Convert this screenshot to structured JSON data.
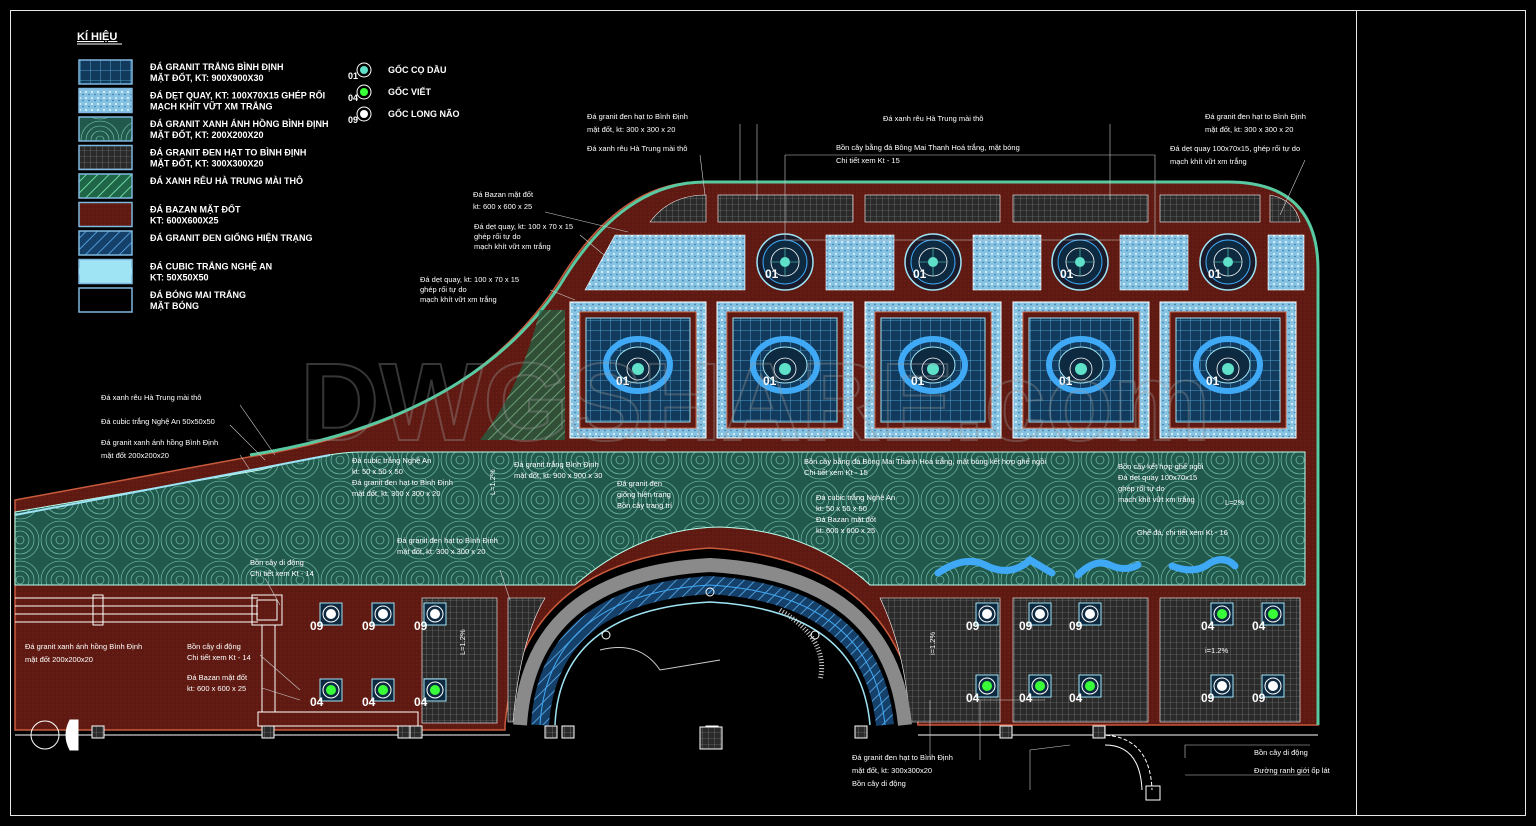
{
  "legend": {
    "title": "KÍ HIỆU",
    "items": [
      {
        "lines": [
          "ĐÁ GRANIT TRẮNG BÌNH ĐỊNH",
          "MẶT ĐỐT, KT: 900X900X30"
        ],
        "fill": "#1a4a6e",
        "pattern": "grid"
      },
      {
        "lines": [
          "ĐÁ DẸT QUAY, KT: 100X70X15 GHÉP RỐI",
          "MẠCH KHÍT VỮT XM TRẮNG"
        ],
        "fill": "#8fc7e6",
        "pattern": "dots"
      },
      {
        "lines": [
          "ĐÁ GRANIT XANH ÁNH HỒNG BÌNH ĐỊNH",
          "MẶT ĐỐT, KT: 200X200X20"
        ],
        "fill": "#2c6b5c",
        "pattern": "fan"
      },
      {
        "lines": [
          "ĐÁ GRANIT ĐEN HẠT TO BÌNH ĐỊNH",
          "MẶT ĐỐT, KT: 300X300X20"
        ],
        "fill": "#333333",
        "pattern": "mesh"
      },
      {
        "lines": [
          "ĐÁ XANH RÊU HÀ TRUNG MÀI THÔ"
        ],
        "fill": "#2a7a55",
        "pattern": "hatch"
      },
      {
        "lines": [
          "ĐÁ BAZAN MẶT ĐỐT",
          "KT: 600X600X25"
        ],
        "fill": "#6a1f14",
        "pattern": "solid"
      },
      {
        "lines": [
          "ĐÁ GRANIT ĐEN GIỐNG HIỆN TRẠNG"
        ],
        "fill": "#1d4f7a",
        "pattern": "hatch"
      },
      {
        "lines": [
          "ĐÁ CUBIC TRẮNG NGHỆ AN",
          "KT: 50X50X50"
        ],
        "fill": "#9ee4f5",
        "pattern": "band"
      },
      {
        "lines": [
          "ĐÁ BÓNG MAI TRẮNG",
          "MẶT BÓNG"
        ],
        "fill": "#000000",
        "pattern": "solid"
      }
    ]
  },
  "trees": [
    {
      "code": "01",
      "name": "GỐC CỌ DẦU",
      "color": "#5fe0c8"
    },
    {
      "code": "04",
      "name": "GỐC VIẾT",
      "color": "#39ff39"
    },
    {
      "code": "09",
      "name": "GỐC LONG NÃO",
      "color": "#ffffff"
    }
  ],
  "watermark": "DWGSHARE.com",
  "annotations": {
    "a1": [
      "Đá granit đen hạt to Bình Định",
      "mặt đốt, kt: 300 x 300 x 20"
    ],
    "a2": [
      "Đá xanh rêu Hà Trung mài thô"
    ],
    "a3": [
      "Đá xanh rêu Hà Trung mài thô"
    ],
    "a4": [
      "Bồn cây bằng đá Bông Mai Thanh Hoá trắng, mặt bóng",
      "Chi tiết xem Kt - 15"
    ],
    "a5": [
      "Đá granit đen hạt to Bình Định",
      "mặt đốt, kt: 300 x 300 x 20"
    ],
    "a6": [
      "Đá dẹt quay 100x70x15, ghép rối tự do",
      "mạch khít vữt xm trắng"
    ],
    "a7": [
      "Đá Bazan mặt đốt",
      "kt: 600 x 600 x 25"
    ],
    "a8": [
      "Đá dẹt quay, kt: 100 x 70 x 15",
      "ghép rối tự do",
      "mạch khít vữt xm trắng"
    ],
    "a9": [
      "Đá dẹt quay, kt: 100 x 70 x 15",
      "ghép rối tự do",
      "mạch khít vữt xm trắng"
    ],
    "a10": [
      "Đá xanh rêu Hà Trung mài thô"
    ],
    "a11": [
      "Đá cubic trắng Nghệ An 50x50x50"
    ],
    "a12": [
      "Đá granit xanh ánh hồng Bình Định",
      "mặt đốt 200x200x20"
    ],
    "a13": [
      "Đá cubic trắng Nghệ An",
      "kt: 50 x 50 x 50",
      "Đá granit đen hạt to Bình Định",
      "mặt đốt, kt: 300 x 300 x 20"
    ],
    "a14": [
      "Đá granit trắng Bình Định",
      "mặt đốt, kt: 900 x 900 x 30"
    ],
    "a15": [
      "Đá granit đen",
      "giống hiện trạng",
      "Bồn cây trang trí"
    ],
    "a16": [
      "Bồn cây bằng đá Bông Mai Thanh Hoá trắng, mặt bóng kết hợp ghế ngồi",
      "Chi tiết xem Kt - 15"
    ],
    "a17": [
      "Đá cubic trắng Nghệ An",
      "kt: 50 x 50 x 50",
      "Đá Bazan mặt đốt",
      "kt: 600 x 600 x 25"
    ],
    "a18": [
      "Bồn cây kết hợp ghế ngồi",
      "Đá dẹt quay 100x70x15",
      "ghép rối tự do",
      "mạch khít vữt xm trắng"
    ],
    "a19": [
      "Ghế đá, chi tiết xem Kt - 16"
    ],
    "a20": [
      "Đá granit đen hạt to Bình Định",
      "mặt đốt, kt: 300 x 300 x 20"
    ],
    "a21": [
      "Bồn cây di động",
      "Chi tiết xem Kt - 14"
    ],
    "a22": [
      "Đá granit xanh ánh hồng Bình Định",
      "mặt đốt 200x200x20"
    ],
    "a23": [
      "Bồn cây di động",
      "Chi tiết xem Kt - 14"
    ],
    "a24": [
      "Đá Bazan mặt đốt",
      "kt: 600 x 600 x 25"
    ],
    "a25": [
      "Đá granit đen hạt to Bình Định",
      "mặt đốt, kt: 300x300x20",
      "Bồn cây di động"
    ],
    "a26": [
      "Bồn cây di động",
      "Đường ranh giới ốp lát"
    ]
  },
  "dims": {
    "d1": "L=1.2%",
    "d2": "L=1.2%",
    "d3": "i=1.2%",
    "d4": "i=1.2%",
    "d5": "L=2%"
  }
}
